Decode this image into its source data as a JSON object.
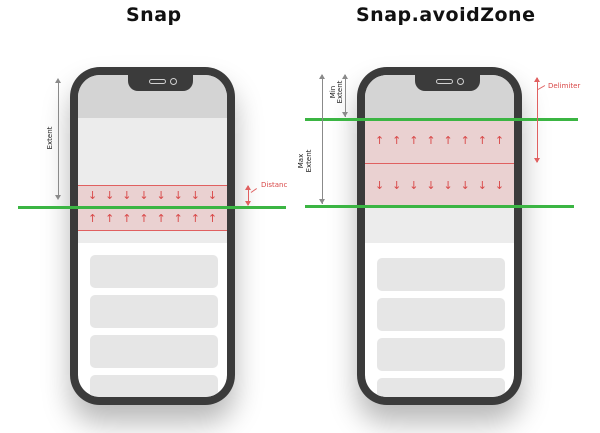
{
  "titles": {
    "left": "Snap",
    "right": "Snap.avoidZone"
  },
  "left_diagram": {
    "extent_label": "Extent",
    "distance_label": "Distanc",
    "zone_top_arrows": [
      "↓",
      "↓",
      "↓",
      "↓",
      "↓",
      "↓",
      "↓",
      "↓"
    ],
    "zone_bottom_arrows": [
      "↑",
      "↑",
      "↑",
      "↑",
      "↑",
      "↑",
      "↑",
      "↑"
    ]
  },
  "right_diagram": {
    "min_extent_label_1": "Min",
    "min_extent_label_2": "Extent",
    "max_extent_label_1": "Max",
    "max_extent_label_2": "Extent",
    "delimiter_label": "Delimiter",
    "zone_top_arrows": [
      "↑",
      "↑",
      "↑",
      "↑",
      "↑",
      "↑",
      "↑",
      "↑"
    ],
    "zone_bottom_arrows": [
      "↓",
      "↓",
      "↓",
      "↓",
      "↓",
      "↓",
      "↓",
      "↓"
    ]
  },
  "colors": {
    "snap_line": "#3bb543",
    "zone": "#e57373",
    "phone": "#3b3b3b"
  }
}
